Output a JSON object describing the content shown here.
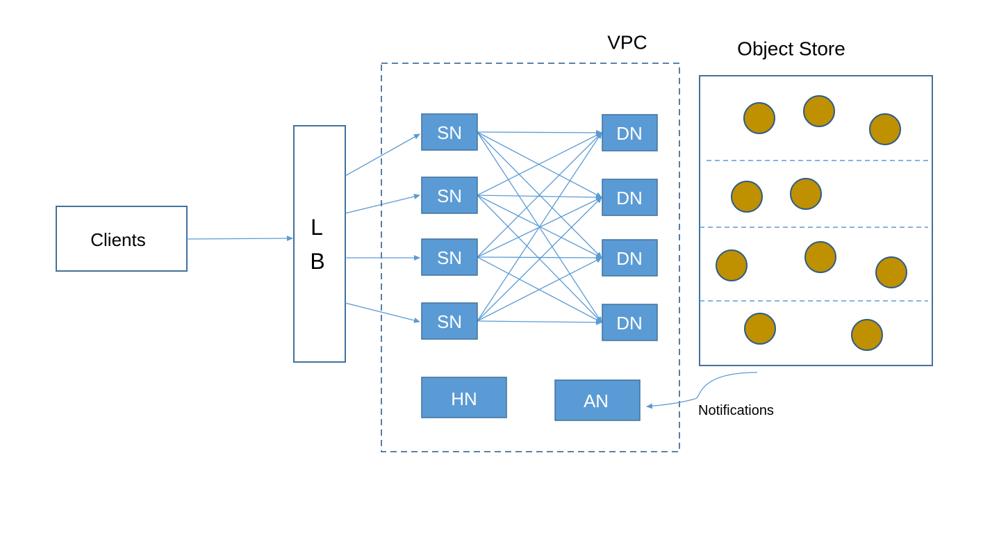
{
  "clients": {
    "label": "Clients"
  },
  "load_balancer": {
    "label_line1": "L",
    "label_line2": "B"
  },
  "vpc": {
    "title": "VPC",
    "sn_nodes": [
      "SN",
      "SN",
      "SN",
      "SN"
    ],
    "dn_nodes": [
      "DN",
      "DN",
      "DN",
      "DN"
    ],
    "hn_node": "HN",
    "an_node": "AN"
  },
  "object_store": {
    "title": "Object Store",
    "partitions": 4,
    "objects_per_partition": [
      3,
      2,
      3,
      2
    ]
  },
  "notifications": {
    "label": "Notifications"
  },
  "colors": {
    "node_fill": "#5b9bd5",
    "node_border": "#41719c",
    "connector": "#5b9bd5",
    "object_fill": "#bf9000",
    "text": "#000000",
    "node_text": "#ffffff"
  }
}
